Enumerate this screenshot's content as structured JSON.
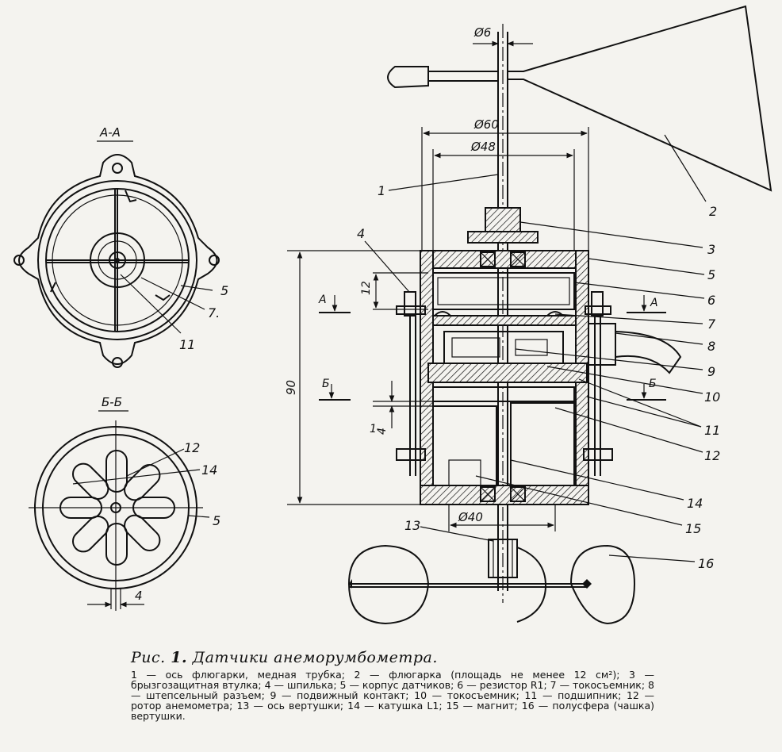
{
  "section_labels": {
    "aa": "А-А",
    "bb": "Б-Б"
  },
  "cut_labels": {
    "a_left": "А",
    "a_right": "А",
    "b_left": "Б",
    "b_right": "Б"
  },
  "dimensions": {
    "d6": "Ø6",
    "d60": "Ø60",
    "d48": "Ø48",
    "d40": "Ø40",
    "h90": "90",
    "h12": "12",
    "h1": "1",
    "h4": "4",
    "w4": "4"
  },
  "callouts": {
    "c1": "1",
    "c2": "2",
    "c3": "3",
    "c4": "4",
    "c5": "5",
    "c6": "6",
    "c7": "7",
    "c8": "8",
    "c9": "9",
    "c10": "10",
    "c11": "11",
    "c12": "12",
    "c13": "13",
    "c14": "14",
    "c15": "15",
    "c16": "16",
    "aa_5": "5",
    "aa_7": "7.",
    "aa_11": "11",
    "bb_12": "12",
    "bb_14": "14",
    "bb_5": "5"
  },
  "caption": {
    "title_prefix": "Рис.",
    "title_number": "1.",
    "title_text": "Датчики анеморумбометра.",
    "body": "1 — ось флюгарки, медная трубка; 2 — флюгарка (площадь не менее 12 см²); 3 — брызгозащитная втулка; 4 — шпилька; 5 — корпус датчиков; 6 — резистор R1; 7 — токосъемник; 8 — штепсельный разъем; 9 — подвижный контакт; 10 — токосъемник; 11 — подшипник; 12 — ротор анемометра; 13 — ось вертушки; 14 — катушка L1; 15 — магнит; 16 — полусфера (чашка) вертушки."
  }
}
